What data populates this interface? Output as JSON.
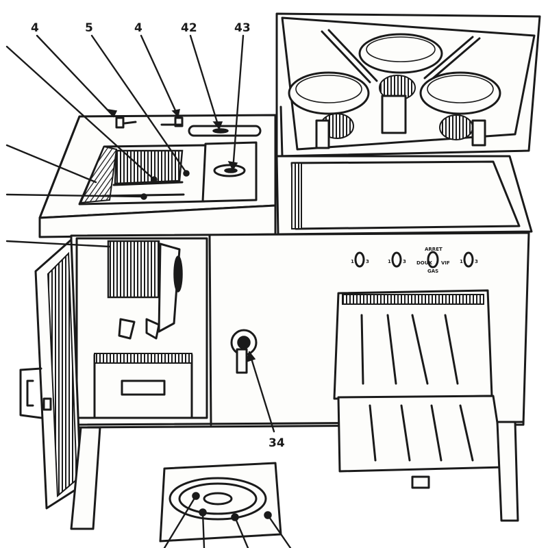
{
  "callouts": [
    {
      "id": "c4a",
      "label": "4"
    },
    {
      "id": "c5",
      "label": "5"
    },
    {
      "id": "c4b",
      "label": "4"
    },
    {
      "id": "c42",
      "label": "42"
    },
    {
      "id": "c43",
      "label": "43"
    },
    {
      "id": "c34",
      "label": "34"
    }
  ],
  "knob_scale": {
    "left": "1",
    "right": "3"
  },
  "gas_knob": {
    "top": "ARRET",
    "left": "DOUX",
    "right": "VIF",
    "bottom": "GAS"
  }
}
